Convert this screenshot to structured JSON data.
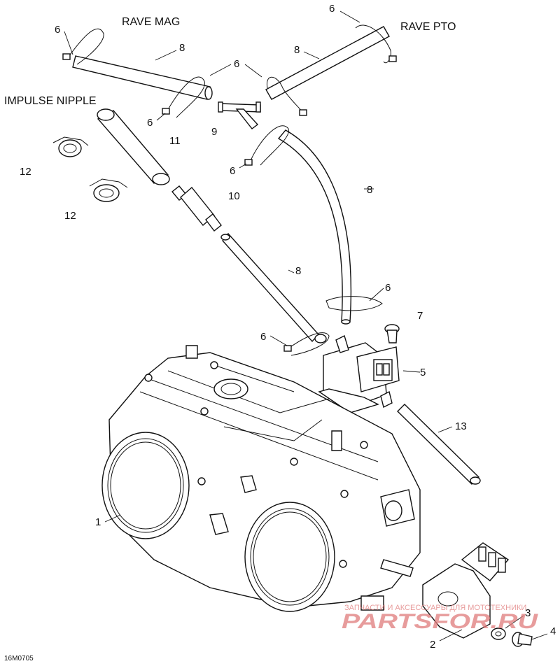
{
  "titles": {
    "rave_mag": "RAVE MAG",
    "rave_pto": "RAVE PTO",
    "impulse_nipple": "IMPULSE NIPPLE"
  },
  "callouts": {
    "n1": "1",
    "n2": "2",
    "n3": "3",
    "n4": "4",
    "n5": "5",
    "n6a": "6",
    "n6b": "6",
    "n6c": "6",
    "n6d": "6",
    "n6e": "6",
    "n6f": "6",
    "n6g": "6",
    "n7": "7",
    "n8a": "8",
    "n8b": "8",
    "n8c": "8",
    "n8d": "8",
    "n9": "9",
    "n10": "10",
    "n11": "11",
    "n12a": "12",
    "n12b": "12",
    "n13": "13"
  },
  "reference_code": "16M0705",
  "watermark": {
    "tagline": "ЗАПЧАСТИ И АКСЕССУАРЫ ДЛЯ МОТОТЕХНИКИ",
    "logo_text": "PARTSFOR.RU",
    "color": "#e07b7b"
  }
}
